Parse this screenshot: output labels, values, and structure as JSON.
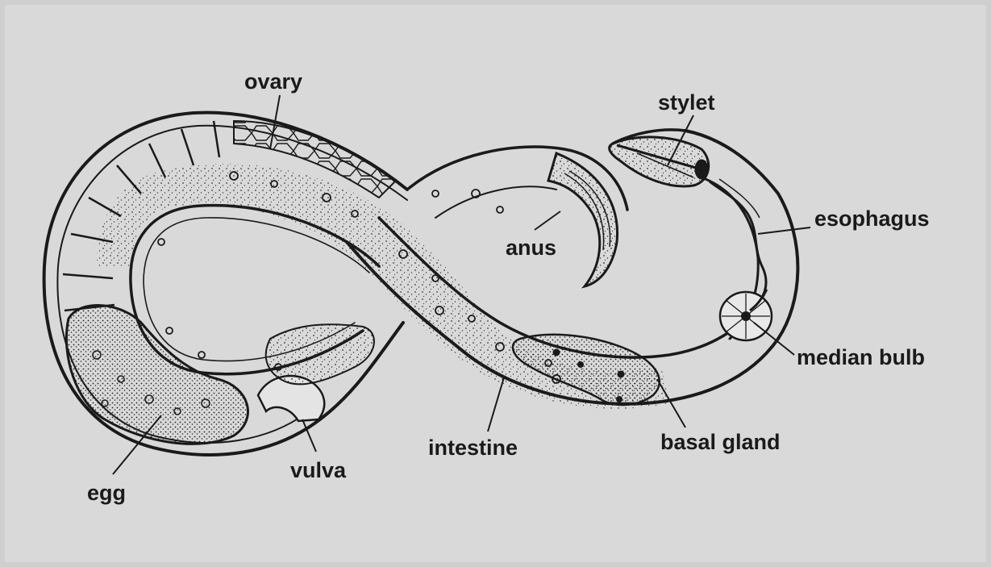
{
  "diagram": {
    "colors": {
      "background": "#d9d9d9",
      "ink": "#1a1a1a",
      "body_fill": "#e4e4e4",
      "shadow": "#9a9a9a"
    },
    "labels": {
      "ovary": "ovary",
      "stylet": "stylet",
      "esophagus": "esophagus",
      "anus": "anus",
      "median_bulb": "median bulb",
      "basal_gland": "basal gland",
      "intestine": "intestine",
      "vulva": "vulva",
      "egg": "egg"
    }
  }
}
